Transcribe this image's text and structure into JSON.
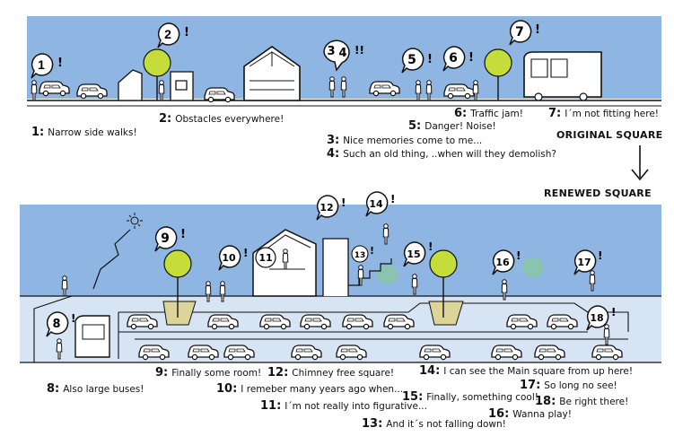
{
  "original": {
    "heading": "ORIGINAL SQUARE",
    "comments": [
      {
        "num": "1:",
        "text": "Narrow side walks!"
      },
      {
        "num": "2:",
        "text": "Obstacles everywhere!"
      },
      {
        "num": "3:",
        "text": "Nice memories come to me..."
      },
      {
        "num": "4:",
        "text": "Such an old thing, ..when will they demolish?"
      },
      {
        "num": "5:",
        "text": "Danger! Noise!"
      },
      {
        "num": "6:",
        "text": "Traffic jam!"
      },
      {
        "num": "7:",
        "text": "I´m not fitting here!"
      }
    ],
    "bubbles": [
      "1",
      "2",
      "3",
      "4",
      "5",
      "6",
      "7"
    ]
  },
  "renewed": {
    "heading": "RENEWED SQUARE",
    "comments": [
      {
        "num": "8:",
        "text": "Also large buses!"
      },
      {
        "num": "9:",
        "text": "Finally some room!"
      },
      {
        "num": "10:",
        "text": "I remeber many years ago when..."
      },
      {
        "num": "11:",
        "text": "I´m not really into figurative..."
      },
      {
        "num": "12:",
        "text": "Chimney free square!"
      },
      {
        "num": "13:",
        "text": "And it´s not falling down!"
      },
      {
        "num": "14:",
        "text": "I can see the Main square from up here!"
      },
      {
        "num": "15:",
        "text": "Finally, something cool!"
      },
      {
        "num": "16:",
        "text": "Wanna play!"
      },
      {
        "num": "17:",
        "text": "So long no see!"
      },
      {
        "num": "18:",
        "text": "Be right there!"
      }
    ],
    "bubbles": [
      "8",
      "9",
      "10",
      "11",
      "12",
      "13",
      "14",
      "15",
      "16",
      "17",
      "18"
    ]
  },
  "colors": {
    "sky": "#8fb5e2",
    "underground": "#d6e4f3",
    "ground_fill": "#eaf1f9",
    "tree": "#c5dd3a",
    "planter": "#ddd49a",
    "bush": "#8ac4b0",
    "ink": "#111111"
  },
  "icons": [
    "arrow-down-icon",
    "sun-icon",
    "car-icon",
    "bus-icon",
    "tree-icon",
    "person-icon"
  ]
}
